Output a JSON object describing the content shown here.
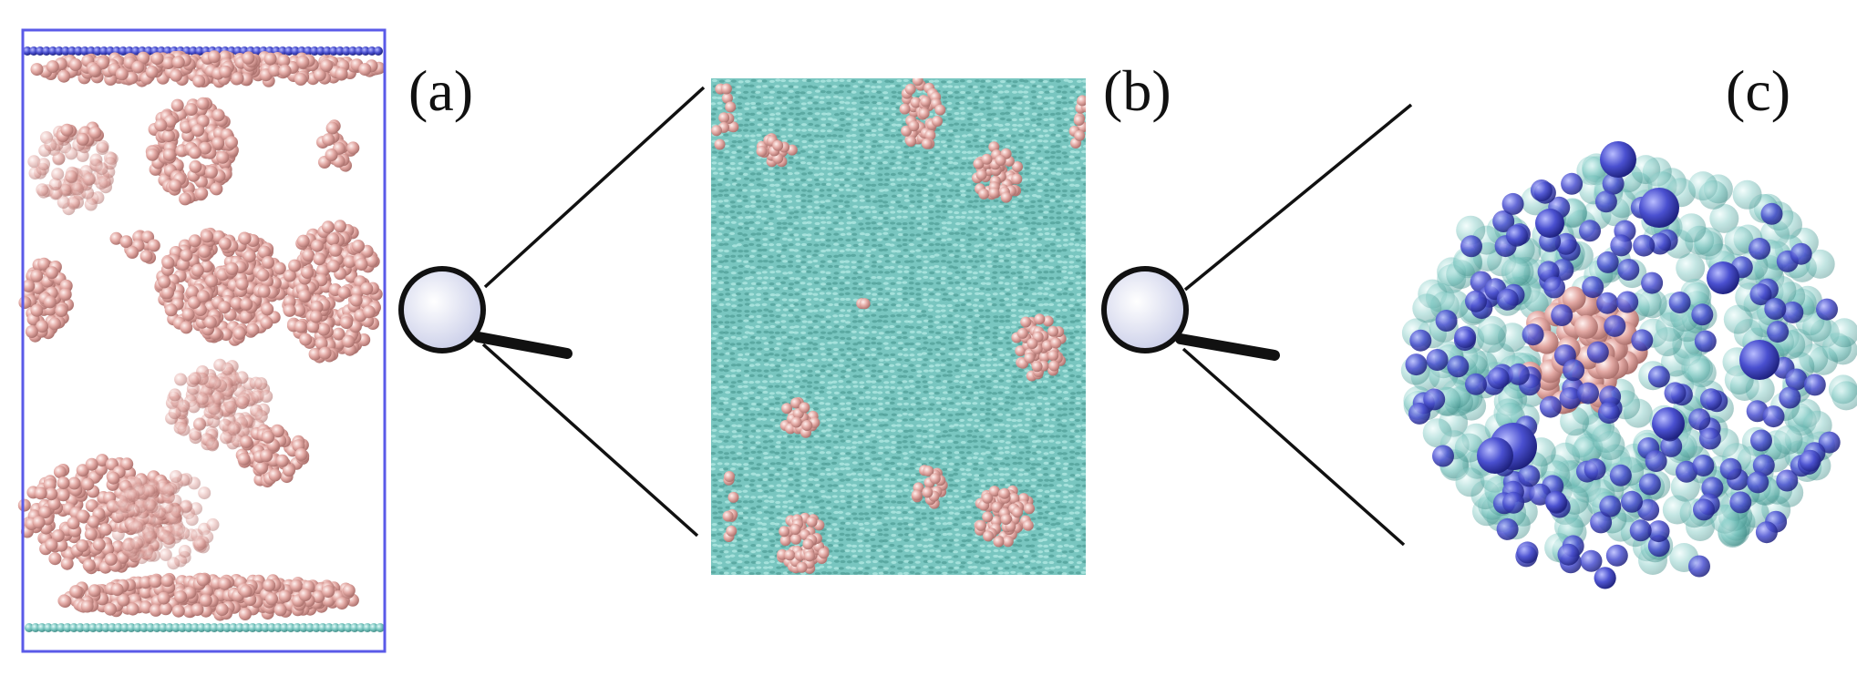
{
  "panels": [
    {
      "label": "(a)"
    },
    {
      "label": "(b)"
    },
    {
      "label": "(c)"
    }
  ],
  "colors": {
    "box_frame": "#5a5ae8",
    "particle_pink": "#e3a9a4",
    "substrate_teal": "#79c6c0",
    "particle_blue": "#3f45c8",
    "magnifier_glass": "#dde0f2",
    "magnifier_rim": "#111111"
  },
  "icons": [
    "magnifier-icon",
    "magnifier-icon"
  ]
}
